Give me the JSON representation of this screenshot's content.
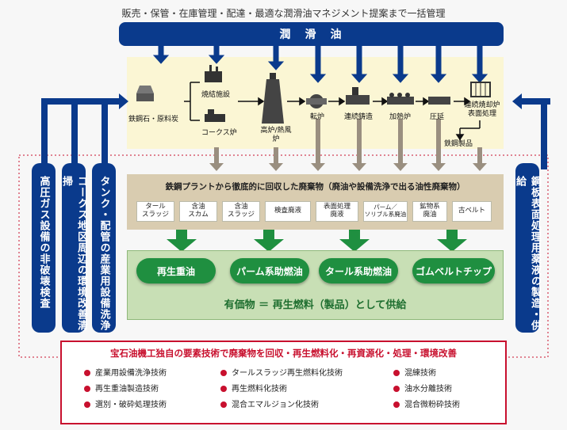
{
  "header": "販売・保管・在庫管理・配達・最適な潤滑油マネジメント提案まで一括管理",
  "lubricant_label": "潤　滑　油",
  "processes": {
    "ore": "鉄鋼石・原料炭",
    "sinter": "焼結施設",
    "coke": "コークス炉",
    "blast": "高炉/熱風炉",
    "converter": "転炉",
    "casting": "連続鋳造",
    "heating": "加熱炉",
    "rolling": "圧延",
    "annealing": "連続焼却炉表面処理",
    "products": "鉄鋼製品"
  },
  "waste_title": "鉄鋼プラントから徹底的に回収した廃棄物（廃油や設備洗浄で出る油性廃棄物）",
  "waste_items": [
    "タール\nスラッジ",
    "含油\nスカム",
    "含油\nスラッジ",
    "検査廃液",
    "表面処理\n廃液",
    "パーム／\nソリブル系廃油",
    "鉱物系\n廃油",
    "古ベルト"
  ],
  "products_out": [
    "再生重油",
    "パーム系助燃油",
    "タール系助燃油",
    "ゴムベルトチップ"
  ],
  "supply_text": "有価物 ＝ 再生燃料（製品）として供給",
  "left_bars": [
    "高圧ガス設備の非破壊検査",
    "コークス地区周辺の環境改善清掃",
    "タンク・配管の産業用設備洗浄"
  ],
  "right_bar": "鋼板表面処理用薬液の製造・供給",
  "tech_title": "宝石油機工独自の要素技術で廃棄物を回収・再生燃料化・再資源化・処理・環境改善",
  "techs": [
    [
      "産業用設備洗浄技術",
      "再生重油製造技術",
      "選別・破砕処理技術"
    ],
    [
      "タールスラッジ再生燃料化技術",
      "再生燃料化技術",
      "混合エマルジョン化技術"
    ],
    [
      "混練技術",
      "油水分離技術",
      "混合微粉砕技術"
    ]
  ],
  "colors": {
    "navy": "#0a3a8c",
    "green": "#1f8f40",
    "red": "#c8102e",
    "cream": "#fbf6d4",
    "tan": "#d9ccb0"
  }
}
